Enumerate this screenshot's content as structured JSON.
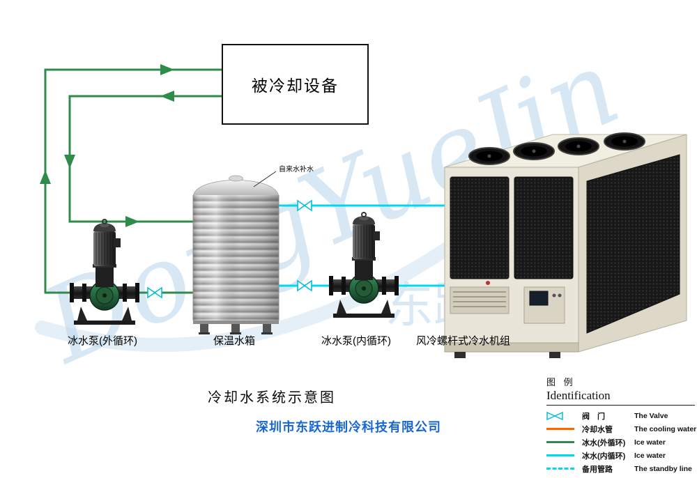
{
  "watermark": {
    "latin": "DongYueJin",
    "cn": "东跃"
  },
  "device_box": {
    "label": "被冷却设备"
  },
  "tap_water_label": "自来水补水",
  "equipment": {
    "pump_outer": "冰水泵(外循环)",
    "tank": "保温水箱",
    "pump_inner": "冰水泵(内循环)",
    "chiller": "风冷螺杆式冷水机组"
  },
  "title": "冷却水系统示意图",
  "company": "深圳市东跃进制冷科技有限公司",
  "legend": {
    "title_cn": "图 例",
    "title_en": "Identification",
    "rows": [
      {
        "symbol": "valve-icon",
        "zh": "阀　门",
        "en": "The Valve"
      },
      {
        "symbol": "line-orange",
        "zh": "冷却水管",
        "en": "The cooling water"
      },
      {
        "symbol": "line-green",
        "zh": "冰水(外循环)",
        "en": "Ice water"
      },
      {
        "symbol": "line-cyan",
        "zh": "冰水(内循环)",
        "en": "Ice water"
      },
      {
        "symbol": "line-cyan-dashed",
        "zh": "备用管路",
        "en": "The standby line"
      }
    ]
  },
  "colors": {
    "pipe_green": "#2e8b4a",
    "pipe_cyan": "#00d8ef",
    "cooling_orange": "#ff6600",
    "company_blue": "#1767d2",
    "watermark_blue": "#b7d7ec"
  }
}
